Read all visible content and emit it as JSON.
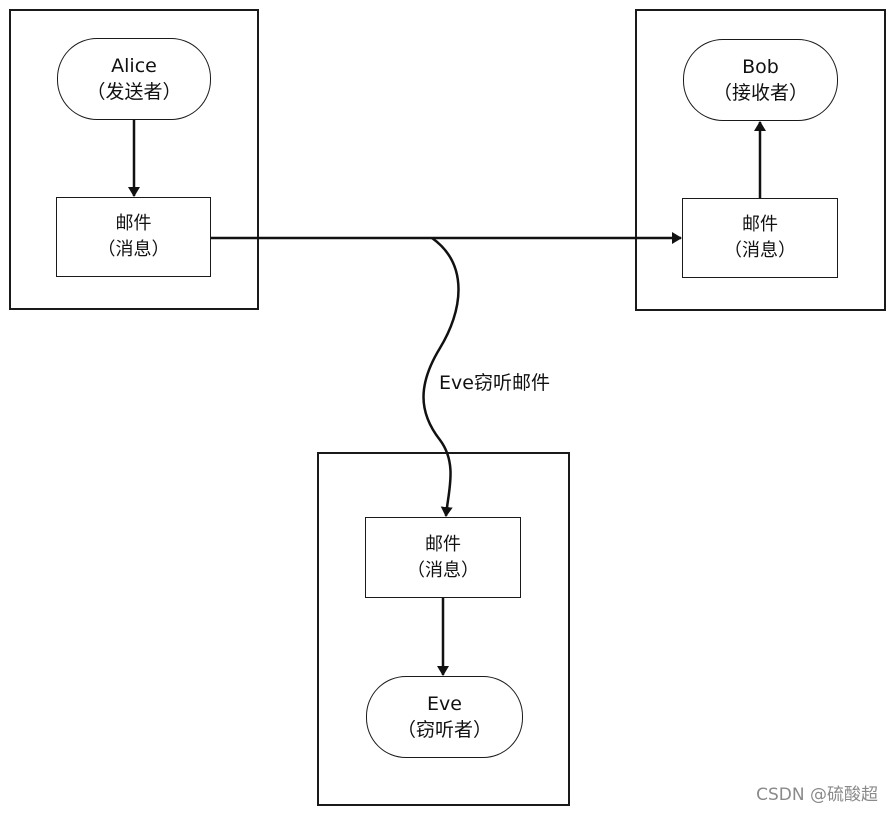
{
  "alice": {
    "name": "Alice",
    "role": "（发送者）",
    "message_line1": "邮件",
    "message_line2": "（消息）"
  },
  "bob": {
    "name": "Bob",
    "role": "（接收者）",
    "message_line1": "邮件",
    "message_line2": "（消息）"
  },
  "eve": {
    "name": "Eve",
    "role": "（窃听者）",
    "message_line1": "邮件",
    "message_line2": "（消息）"
  },
  "edge_label": "Eve窃听邮件",
  "watermark": "CSDN @硫酸超"
}
